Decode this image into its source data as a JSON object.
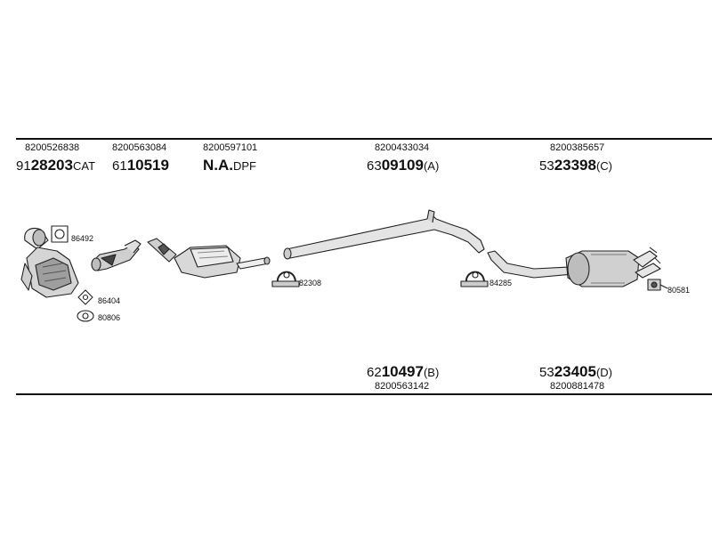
{
  "columns": [
    {
      "part_no": "8200526838",
      "prefix": "91",
      "code": "28203",
      "suffix": "CAT"
    },
    {
      "part_no": "8200563084",
      "prefix": "61",
      "code": "10519",
      "suffix": ""
    },
    {
      "part_no": "8200597101",
      "prefix": "",
      "code": "N.A.",
      "suffix": "DPF"
    },
    {
      "part_no": "8200433034",
      "prefix": "63",
      "code": "09109",
      "suffix": "(A)"
    },
    {
      "part_no": "8200385657",
      "prefix": "53",
      "code": "23398",
      "suffix": "(C)"
    }
  ],
  "bottom": [
    {
      "prefix": "62",
      "code": "10497",
      "suffix": "(B)",
      "part_no": "8200563142"
    },
    {
      "prefix": "53",
      "code": "23405",
      "suffix": "(D)",
      "part_no": "8200881478"
    }
  ],
  "callouts": [
    "86492",
    "86404",
    "80806",
    "82308",
    "84285",
    "80581"
  ]
}
